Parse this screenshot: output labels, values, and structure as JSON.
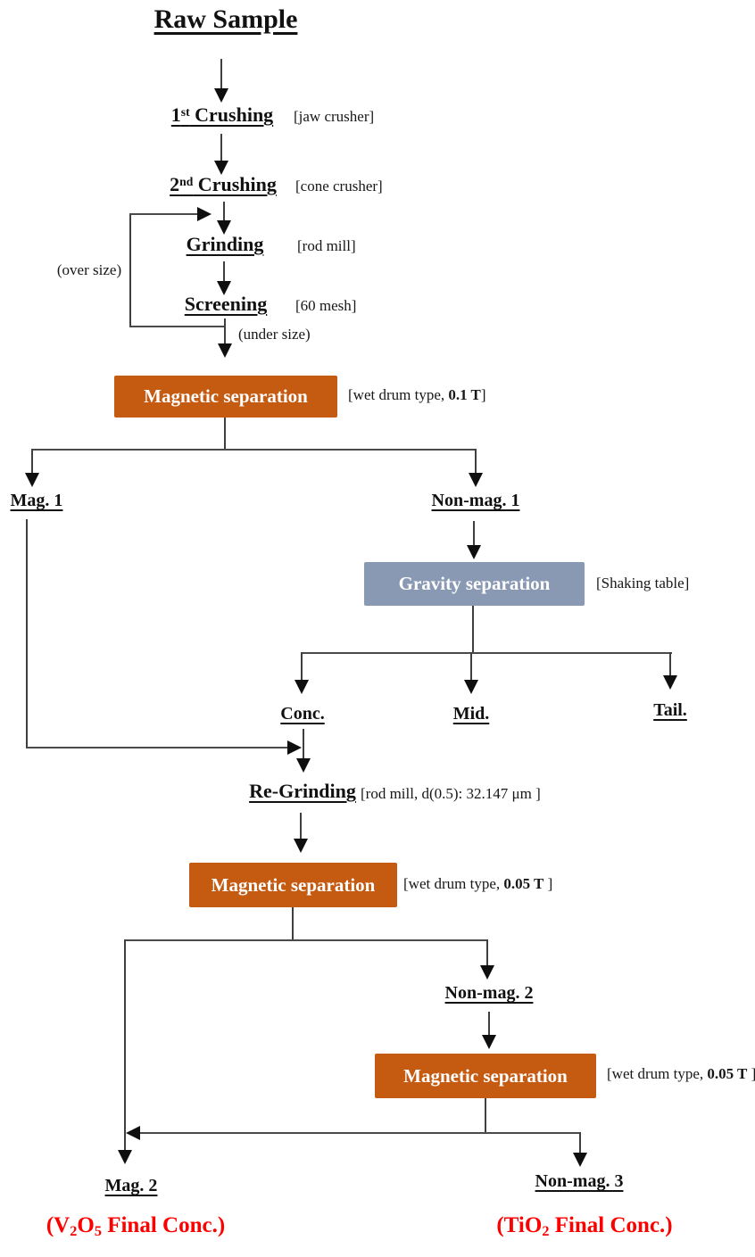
{
  "colors": {
    "box_orange": "#C55A11",
    "box_bluegray": "#8A99B3",
    "final_red": "#FF0000",
    "line": "#3f3f3f"
  },
  "flow": {
    "title": "Raw Sample",
    "steps": {
      "crushing1": {
        "num": "1",
        "ord": "st",
        "name": " Crushing",
        "note": "[jaw crusher]"
      },
      "crushing2": {
        "num": "2",
        "ord": "nd",
        "name": " Crushing",
        "note": "[cone crusher]"
      },
      "grinding": {
        "name": "Grinding",
        "note": "[rod mill]"
      },
      "screening": {
        "name": "Screening",
        "note": "[60 mesh]"
      },
      "regrinding": {
        "name": "Re-Grinding",
        "note": "[rod mill, d(0.5): 32.147 μm ]"
      }
    },
    "loop": {
      "over_size": "(over size)",
      "under_size": "(under size)"
    },
    "boxes": {
      "magsep1": {
        "label": "Magnetic separation",
        "note_pre": "[wet drum type, ",
        "note_bold": "0.1 T",
        "note_post": "]"
      },
      "gravity": {
        "label": "Gravity separation",
        "note": "[Shaking table]"
      },
      "magsep2": {
        "label": "Magnetic separation",
        "note_pre": "[wet drum type, ",
        "note_bold": "0.05 T",
        "note_post": " ]"
      },
      "magsep3": {
        "label": "Magnetic separation",
        "note_pre": "[wet drum type, ",
        "note_bold": "0.05 T",
        "note_post": " ]"
      }
    },
    "outputs": {
      "mag1": "Mag. 1",
      "nonmag1": "Non-mag. 1",
      "conc": "Conc.",
      "mid": "Mid.",
      "tail": "Tail.",
      "nonmag2": "Non-mag. 2",
      "mag2": "Mag. 2",
      "nonmag3": "Non-mag. 3"
    },
    "finals": {
      "v2o5": {
        "p1": "(V",
        "s1": "2",
        "p2": "O",
        "s2": "5",
        "p3": " Final Conc.)"
      },
      "tio2": {
        "p1": "(TiO",
        "s1": "2",
        "p2": " Final Conc.)"
      }
    }
  }
}
